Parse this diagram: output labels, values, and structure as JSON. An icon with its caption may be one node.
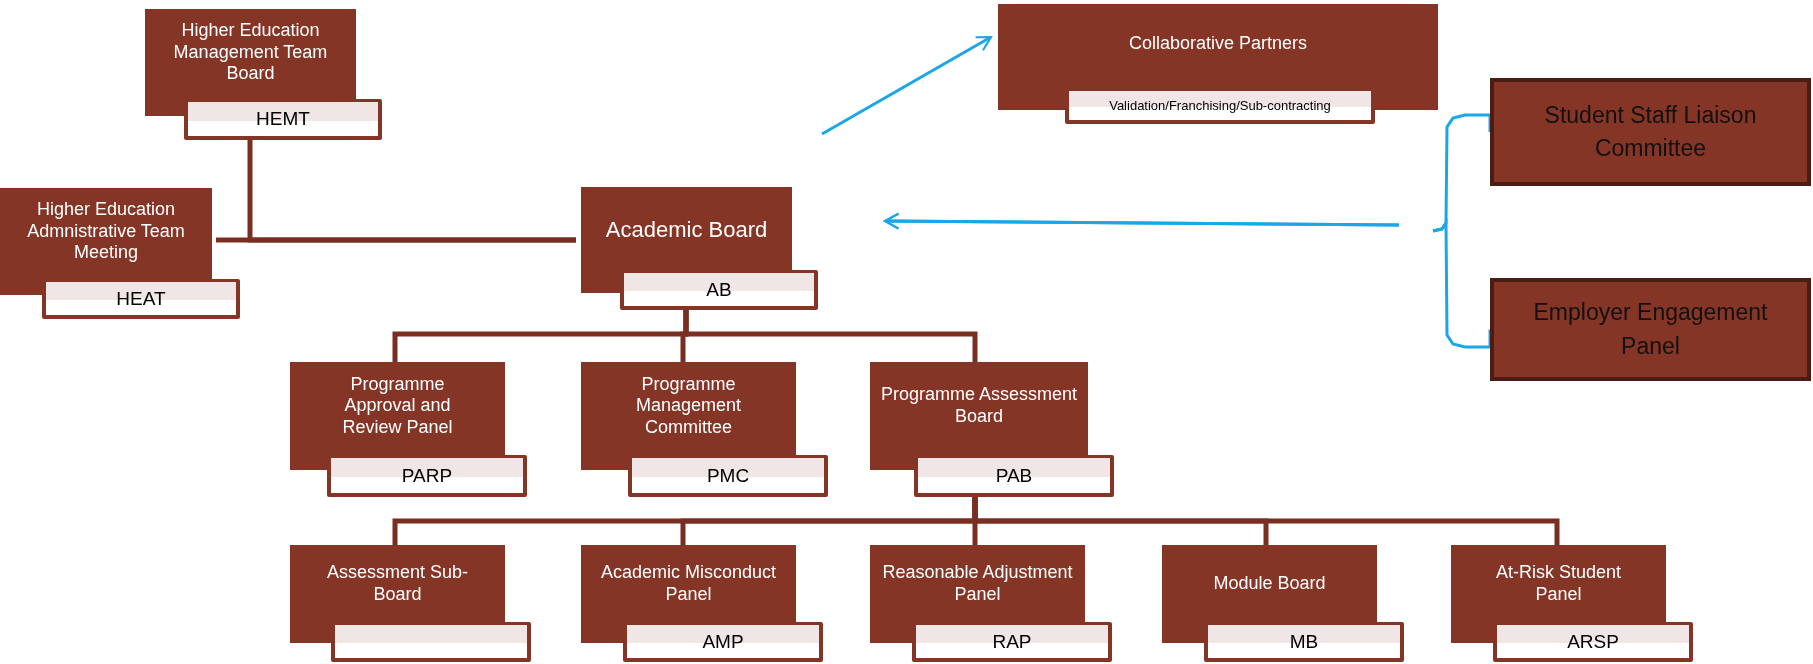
{
  "diagram": {
    "nodes": [
      {
        "text": [
          "Higher Education Management Team Board",
          "HEMT"
        ]
      },
      {
        "text": [
          "Higher Education Admnistrative Team Meeting",
          "HEAT"
        ]
      },
      {
        "text": [
          "Academic Board",
          "AB"
        ]
      },
      {
        "text": [
          "Collaborative Partners",
          "Validation/Franchising/Sub-contracting"
        ]
      },
      {
        "text": [
          "Student Staff Liaison Committee"
        ]
      },
      {
        "text": [
          "Employer Engagement Panel"
        ]
      },
      {
        "text": [
          "Programme Approval and Review Panel",
          "PARP"
        ]
      },
      {
        "text": [
          "Programme Management Committee",
          "PMC"
        ]
      },
      {
        "text": [
          "Programme Assessment Board",
          "PAB"
        ]
      },
      {
        "text": [
          "Assessment Sub-Board"
        ]
      },
      {
        "text": [],
        "shape": "box"
      },
      {
        "text": [
          "Academic Misconduct Panel",
          "AMP"
        ]
      },
      {
        "text": [
          "Reasonable Adjustment Panel",
          "RAP"
        ]
      },
      {
        "text": [
          "Module Board",
          "MB"
        ]
      },
      {
        "text": [
          "At-Risk Student Panel",
          "ARSP"
        ]
      }
    ],
    "edges": [
      {
        "from": 0,
        "to": 2,
        "arrow": "none"
      },
      {
        "from": 1,
        "to": 2,
        "arrow": "none"
      },
      {
        "from": 2,
        "to": 6,
        "arrow": "none"
      },
      {
        "from": 2,
        "to": 7,
        "arrow": "none"
      },
      {
        "from": 2,
        "to": 8,
        "arrow": "none"
      },
      {
        "from": 8,
        "to": 9,
        "arrow": "none"
      },
      {
        "from": 8,
        "to": 11,
        "arrow": "none"
      },
      {
        "from": 8,
        "to": 12,
        "arrow": "none"
      },
      {
        "from": 8,
        "to": 13,
        "arrow": "none"
      },
      {
        "from": 8,
        "to": 14,
        "arrow": "none"
      },
      {
        "from": null,
        "to": 3,
        "arrow": "to",
        "color": "#1aa7e8"
      },
      {
        "from": 4,
        "to": null,
        "arrow": "to",
        "color": "#1aa7e8"
      },
      {
        "from": 5,
        "to": null,
        "arrow": "to",
        "color": "#1aa7e8"
      }
    ]
  }
}
